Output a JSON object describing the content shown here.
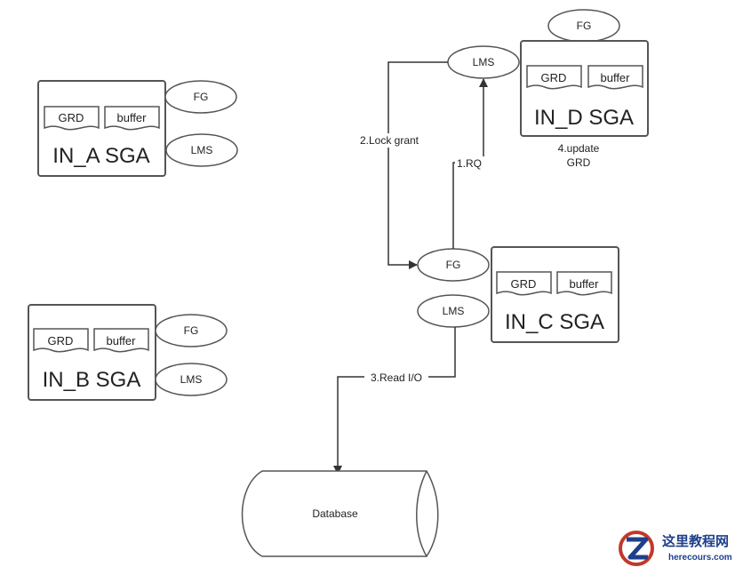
{
  "instances": [
    {
      "id": "a",
      "sga_label": "IN_A SGA",
      "grd_label": "GRD",
      "buffer_label": "buffer",
      "fg_label": "FG",
      "lms_label": "LMS"
    },
    {
      "id": "b",
      "sga_label": "IN_B SGA",
      "grd_label": "GRD",
      "buffer_label": "buffer",
      "fg_label": "FG",
      "lms_label": "LMS"
    },
    {
      "id": "c",
      "sga_label": "IN_C SGA",
      "grd_label": "GRD",
      "buffer_label": "buffer",
      "fg_label": "FG",
      "lms_label": "LMS"
    },
    {
      "id": "d",
      "sga_label": "IN_D SGA",
      "grd_label": "GRD",
      "buffer_label": "buffer",
      "fg_label": "FG",
      "lms_label": "LMS"
    }
  ],
  "edges": {
    "rq": "1.RQ",
    "lock_grant": "2.Lock grant",
    "read_io": "3.Read I/O",
    "update_grd_line1": "4.update",
    "update_grd_line2": "GRD"
  },
  "database_label": "Database",
  "watermark": {
    "title": "这里教程网",
    "url": "herecours.com"
  }
}
